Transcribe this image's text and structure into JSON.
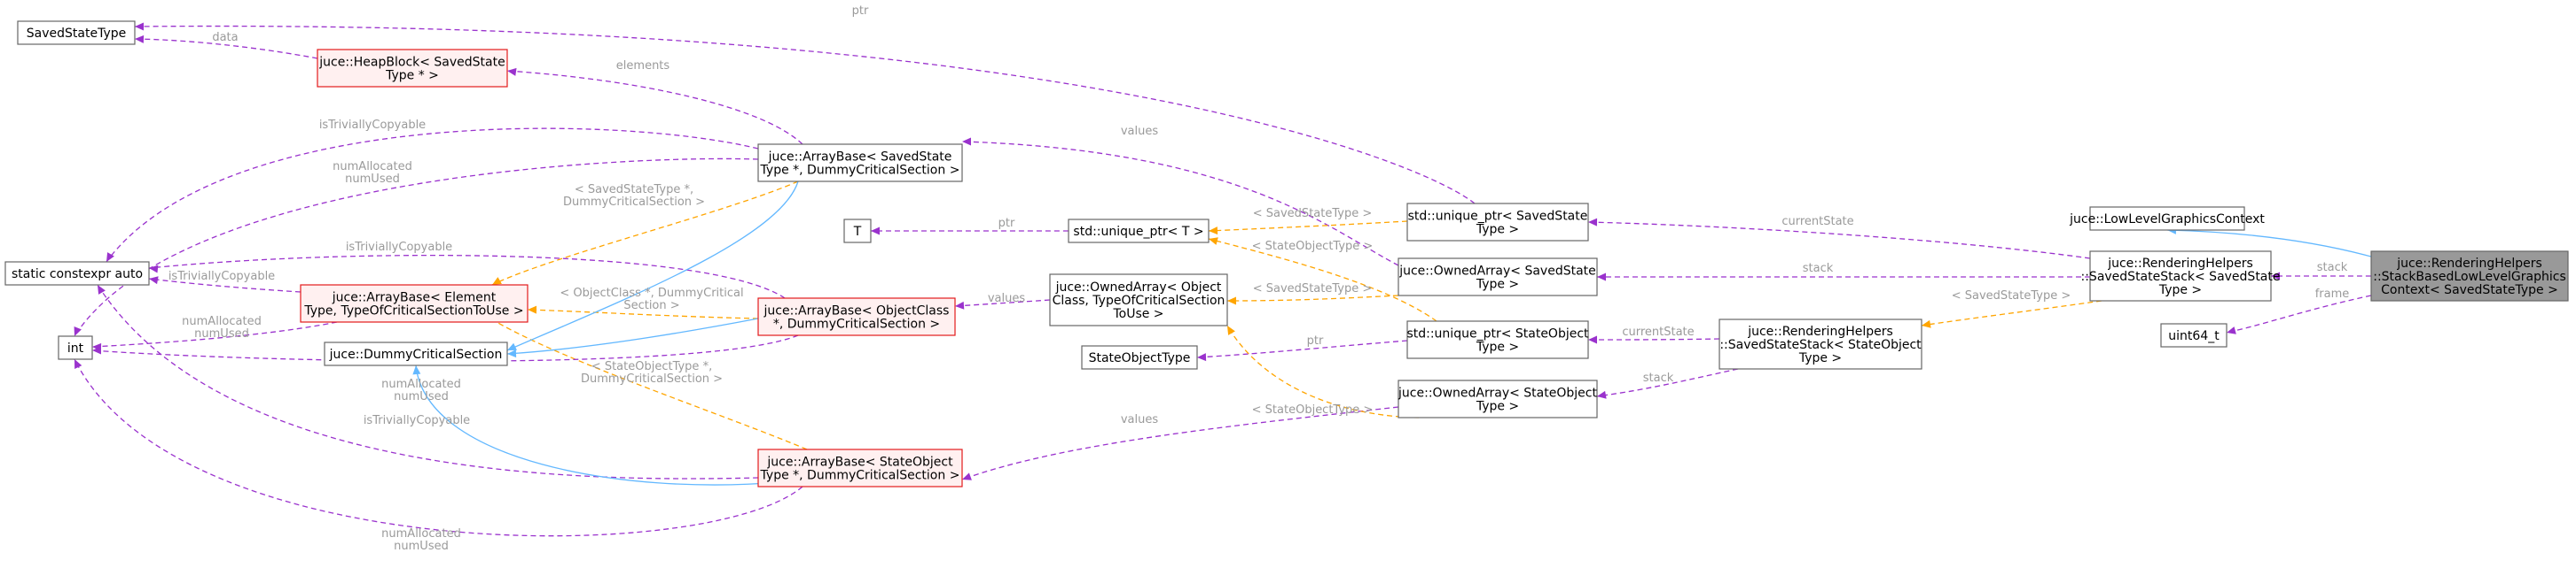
{
  "nodes": {
    "saved_state_type": [
      "SavedStateType"
    ],
    "heapblock": [
      "juce::HeapBlock< SavedState",
      "Type * >"
    ],
    "static_constexpr_auto": [
      "static constexpr auto"
    ],
    "int": [
      "int"
    ],
    "arraybase_element": [
      "juce::ArrayBase< Element",
      "Type, TypeOfCriticalSectionToUse >"
    ],
    "dummy_critical_section": [
      "juce::DummyCriticalSection"
    ],
    "arraybase_savedstate": [
      "juce::ArrayBase< SavedState",
      "Type *, DummyCriticalSection >"
    ],
    "arraybase_objectclass": [
      "juce::ArrayBase< ObjectClass",
      "*, DummyCriticalSection >"
    ],
    "arraybase_stateobject": [
      "juce::ArrayBase< StateObject",
      "Type *, DummyCriticalSection >"
    ],
    "t": [
      "T"
    ],
    "std_unique_ptr_t": [
      "std::unique_ptr< T >"
    ],
    "ownedarray_objectclass": [
      "juce::OwnedArray< Object",
      "Class, TypeOfCriticalSection",
      "ToUse >"
    ],
    "state_object_type": [
      "StateObjectType"
    ],
    "unique_ptr_savedstate": [
      "std::unique_ptr< SavedState",
      "Type >"
    ],
    "ownedarray_savedstate": [
      "juce::OwnedArray< SavedState",
      "Type >"
    ],
    "unique_ptr_stateobject": [
      "std::unique_ptr< StateObject",
      "Type >"
    ],
    "ownedarray_stateobject": [
      "juce::OwnedArray< StateObject",
      "Type >"
    ],
    "savedstatestack_stateobject": [
      "juce::RenderingHelpers",
      "::SavedStateStack< StateObject",
      "Type >"
    ],
    "low_level_graphics_context": [
      "juce::LowLevelGraphicsContext"
    ],
    "savedstatestack_savedstate": [
      "juce::RenderingHelpers",
      "::SavedStateStack< SavedState",
      "Type >"
    ],
    "uint64_t": [
      "uint64_t"
    ],
    "stack_based_context": [
      "juce::RenderingHelpers",
      "::StackBasedLowLevelGraphics",
      "Context< SavedStateType >"
    ]
  },
  "edge_labels": {
    "ptr_top": [
      "ptr"
    ],
    "data": [
      "data"
    ],
    "elements": [
      "elements"
    ],
    "istriviallycopyable_1": [
      "isTriviallyCopyable"
    ],
    "numallocated_1": [
      "numAllocated",
      "numUsed"
    ],
    "savedstatetype_dummy": [
      "< SavedStateType *,",
      "DummyCriticalSection >"
    ],
    "istriviallycopyable_2": [
      "isTriviallyCopyable"
    ],
    "istriviallycopyable_3": [
      "isTriviallyCopyable"
    ],
    "numallocated_2": [
      "numAllocated",
      "numUsed"
    ],
    "objectclass_dummy": [
      "< ObjectClass *, DummyCritical",
      "Section >"
    ],
    "stateobjecttype_dummy": [
      "< StateObjectType *,",
      "DummyCriticalSection >"
    ],
    "numallocated_3": [
      "numAllocated",
      "numUsed"
    ],
    "istriviallycopyable_4": [
      "isTriviallyCopyable"
    ],
    "numallocated_4": [
      "numAllocated",
      "numUsed"
    ],
    "values_1": [
      "values"
    ],
    "ptr_t": [
      "ptr"
    ],
    "values_2": [
      "values"
    ],
    "ptr_stateobject": [
      "ptr"
    ],
    "values_3": [
      "values"
    ],
    "savedstatetype_a": [
      "< SavedStateType >"
    ],
    "stateobjecttype_a": [
      "< StateObjectType >"
    ],
    "savedstatetype_b": [
      "< SavedStateType >"
    ],
    "stateobjecttype_b": [
      "< StateObjectType >"
    ],
    "currentstate_1": [
      "currentState"
    ],
    "stack_1": [
      "stack"
    ],
    "currentstate_2": [
      "currentState"
    ],
    "stack_2": [
      "stack"
    ],
    "savedstatetype_c": [
      "< SavedStateType >"
    ],
    "stack_3": [
      "stack"
    ],
    "frame": [
      "frame"
    ]
  }
}
